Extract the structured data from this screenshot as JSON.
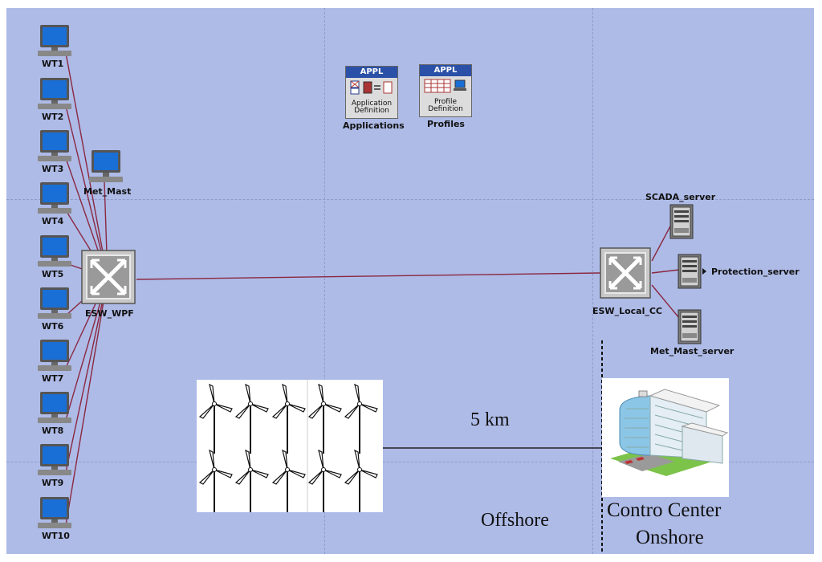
{
  "turbines": [
    {
      "label": "WT1"
    },
    {
      "label": "WT2"
    },
    {
      "label": "WT3"
    },
    {
      "label": "WT4"
    },
    {
      "label": "WT5"
    },
    {
      "label": "WT6"
    },
    {
      "label": "WT7"
    },
    {
      "label": "WT8"
    },
    {
      "label": "WT9"
    },
    {
      "label": "WT10"
    }
  ],
  "met_mast": {
    "label": "Met_Mast"
  },
  "switch_wpf": {
    "label": "ESW_WPF"
  },
  "switch_cc": {
    "label": "ESW_Local_CC"
  },
  "servers": [
    {
      "label": "SCADA_server"
    },
    {
      "label": "Protection_server"
    },
    {
      "label": "Met_Mast_server"
    }
  ],
  "applications": {
    "header": "APPL",
    "line1": "Application",
    "line2": "Definition",
    "label": "Applications"
  },
  "profiles": {
    "header": "APPL",
    "line1": "Profile",
    "line2": "Definition",
    "label": "Profiles"
  },
  "distance_label": "5 km",
  "offshore_label": "Offshore",
  "control_center": {
    "line1": "Contro Center",
    "line2": "Onshore"
  },
  "colors": {
    "background": "#aebbe7",
    "link": "#8a2840",
    "monitor_screen": "#1a6fd6"
  }
}
